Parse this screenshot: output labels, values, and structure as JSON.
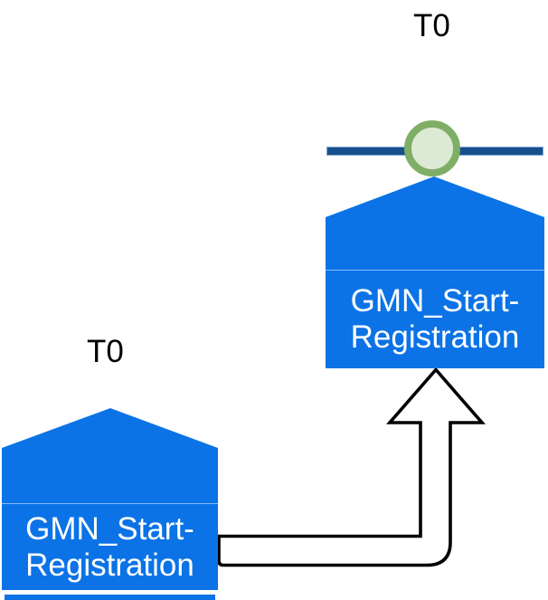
{
  "diagram": {
    "type": "process-event-diagram",
    "background": "#ffffff",
    "colors": {
      "event_shape_blue": "#0b73e6",
      "timeline_dark_blue": "#174f8c",
      "timeline_edge_light_blue": "#7fa6d1",
      "milestone_ring_green": "#7fae66",
      "milestone_fill_green": "#dce9d4",
      "arrow_fill": "#ffffff",
      "arrow_stroke": "#000000",
      "event_label_text": "#ffffff",
      "time_label_text": "#000000"
    },
    "left_event": {
      "time_label": "T0",
      "label_line1": "GMN_Start-",
      "label_line2": "Registration"
    },
    "right_event": {
      "time_label": "T0",
      "label_line1": "GMN_Start-",
      "label_line2": "Registration"
    },
    "connector": {
      "type": "elbow-block-arrow",
      "from": "left_event",
      "to": "right_event",
      "direction": "right-then-up"
    },
    "milestone": {
      "shape": "circle-on-timeline",
      "attached_to": "right_event"
    }
  }
}
